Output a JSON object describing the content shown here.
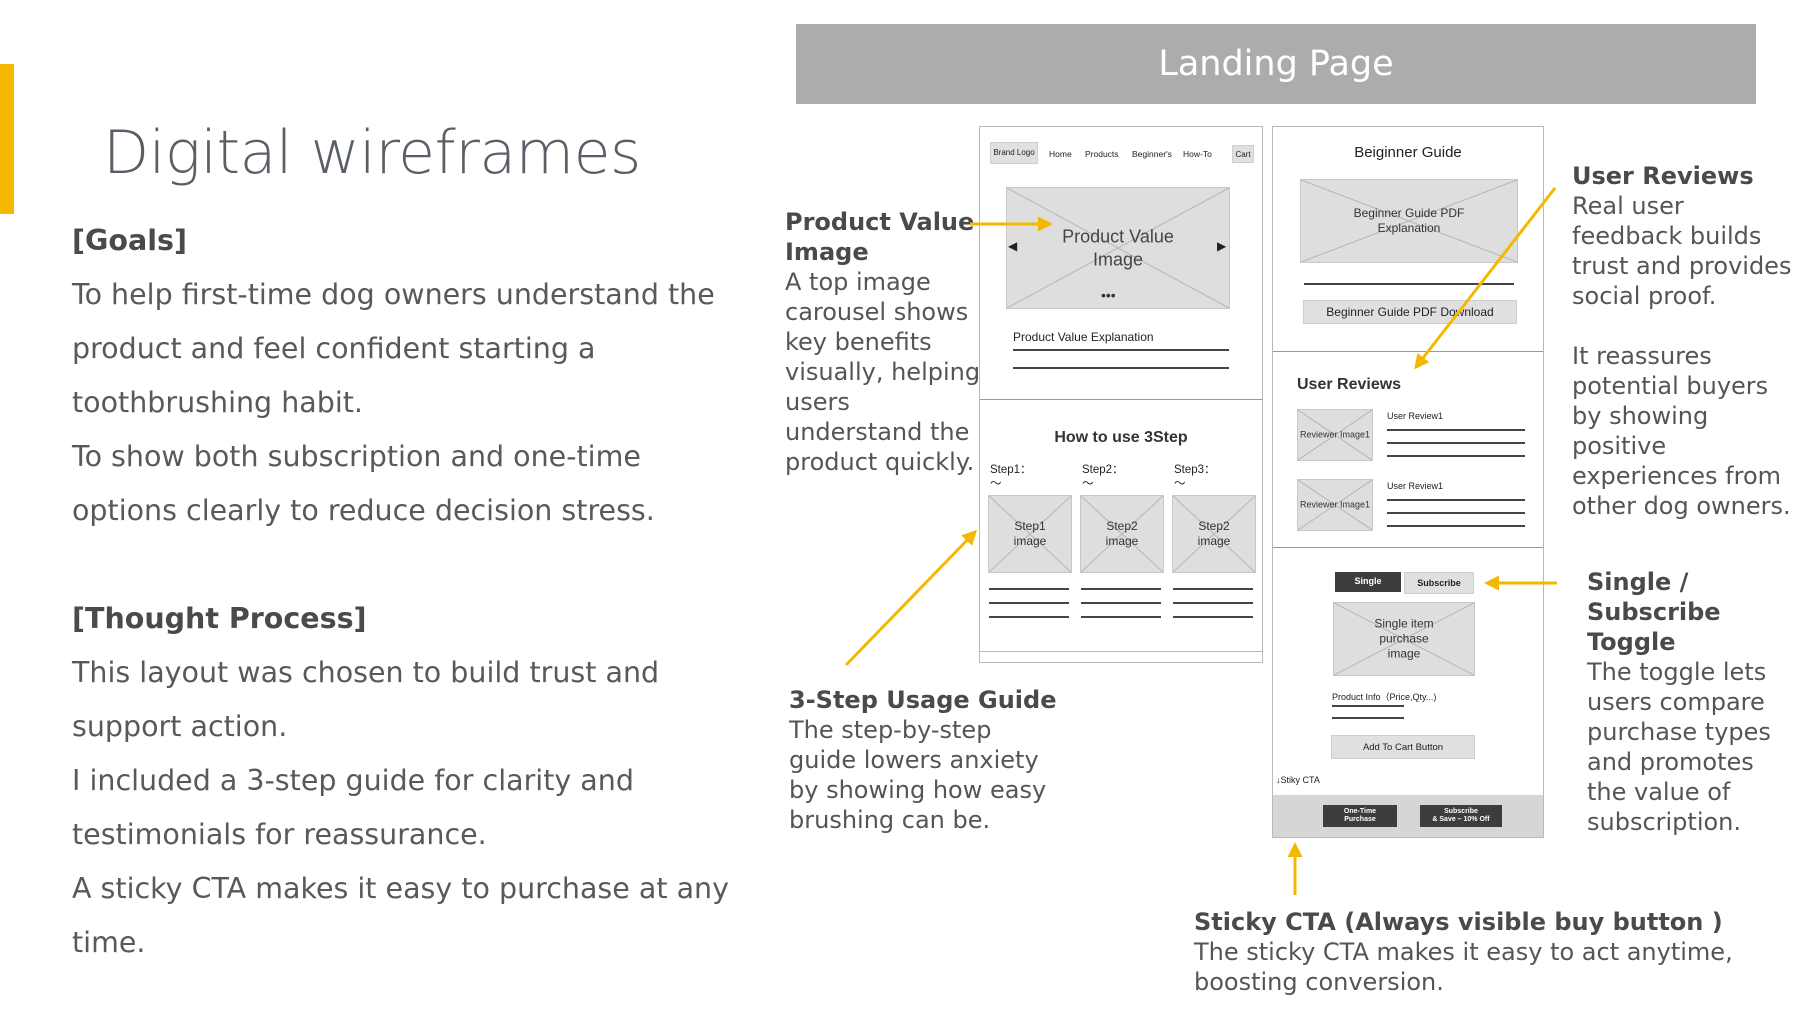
{
  "slide": {
    "title": "Digital wireframes",
    "goals_heading": "[Goals]",
    "goals": [
      "To help first-time dog owners understand the product and feel confident starting a toothbrushing habit.",
      "To show both subscription and one-time options clearly to reduce decision stress."
    ],
    "thought_heading": "[Thought Process]",
    "thought": [
      "This layout was chosen to build trust and support action.",
      "I included a 3-step guide for clarity and testimonials for reassurance.",
      "A sticky CTA makes it easy to purchase at any time."
    ],
    "accent_color": "#f5b800"
  },
  "wireframe": {
    "header": "Landing Page",
    "nav": {
      "logo": "Brand Logo",
      "items": [
        "Home",
        "Products",
        "Beginner's",
        "How-To"
      ],
      "cart": "Cart"
    },
    "hero": {
      "image_label": "Product Value Image",
      "dots": "•••",
      "explanation": "Product Value Explanation"
    },
    "howto": {
      "title": "How to use 3Step",
      "steps": [
        {
          "label": "Step1：\n〜",
          "image": "Step1 image"
        },
        {
          "label": "Step2：\n〜",
          "image": "Step2 image"
        },
        {
          "label": "Step3：\n〜",
          "image": "Step2 image"
        }
      ]
    },
    "guide": {
      "title": "Beiginner Guide",
      "image_label": "Beginner Guide PDF Explanation",
      "download_label": "Beginner Guide PDF Download"
    },
    "reviews": {
      "title": "User Reviews",
      "items": [
        {
          "image": "Reviewer Image1",
          "label": "User Review1"
        },
        {
          "image": "Reviewer Image1",
          "label": "User Review1"
        }
      ]
    },
    "purchase": {
      "toggle_single": "Single",
      "toggle_subscribe": "Subscribe",
      "image_label": "Single item purchase image",
      "info": "Product Info（Price,Qty...)",
      "add_to_cart": "Add To Cart Button",
      "sticky_label": "↓Stiky CTA",
      "cta_one_time": "One-Time\nPurchase",
      "cta_subscribe": "Subscribe\n& Save – 10% Off"
    }
  },
  "annotations": {
    "product_value": {
      "title": "Product Value Image",
      "text": "A top image carousel shows key benefits visually, helping users understand the product quickly."
    },
    "usage_guide": {
      "title": "3-Step Usage Guide",
      "text": "The step-by-step guide lowers anxiety by showing how easy brushing can be."
    },
    "user_reviews": {
      "title": "User Reviews",
      "text1": "Real user feedback builds trust and provides social proof.",
      "text2": "It reassures potential buyers by showing positive experiences from other dog owners."
    },
    "toggle": {
      "title": "Single / Subscribe Toggle",
      "text": "The toggle lets users compare purchase types and promotes the value of subscription."
    },
    "sticky": {
      "title": "Sticky CTA (Always visible buy button )",
      "text": "The sticky CTA makes it easy to act anytime, boosting conversion."
    }
  }
}
